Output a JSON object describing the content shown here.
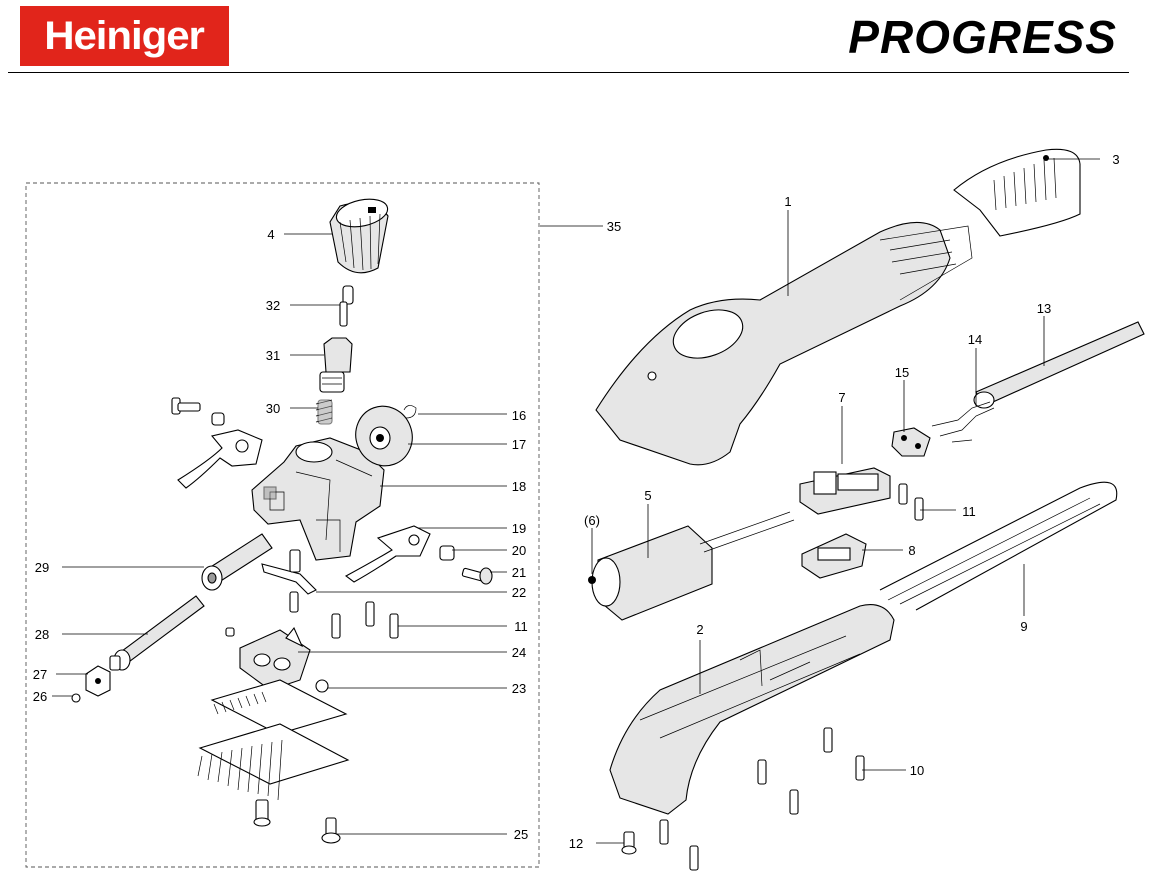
{
  "header": {
    "brand": "Heiniger",
    "model": "PROGRESS",
    "brand_color": "#e1251b"
  },
  "callouts": [
    "1",
    "2",
    "3",
    "4",
    "5",
    "(6)",
    "7",
    "8",
    "9",
    "10",
    "11",
    "11",
    "12",
    "13",
    "14",
    "15",
    "16",
    "17",
    "18",
    "19",
    "20",
    "21",
    "22",
    "23",
    "24",
    "25",
    "26",
    "27",
    "28",
    "29",
    "30",
    "31",
    "32",
    "35"
  ]
}
